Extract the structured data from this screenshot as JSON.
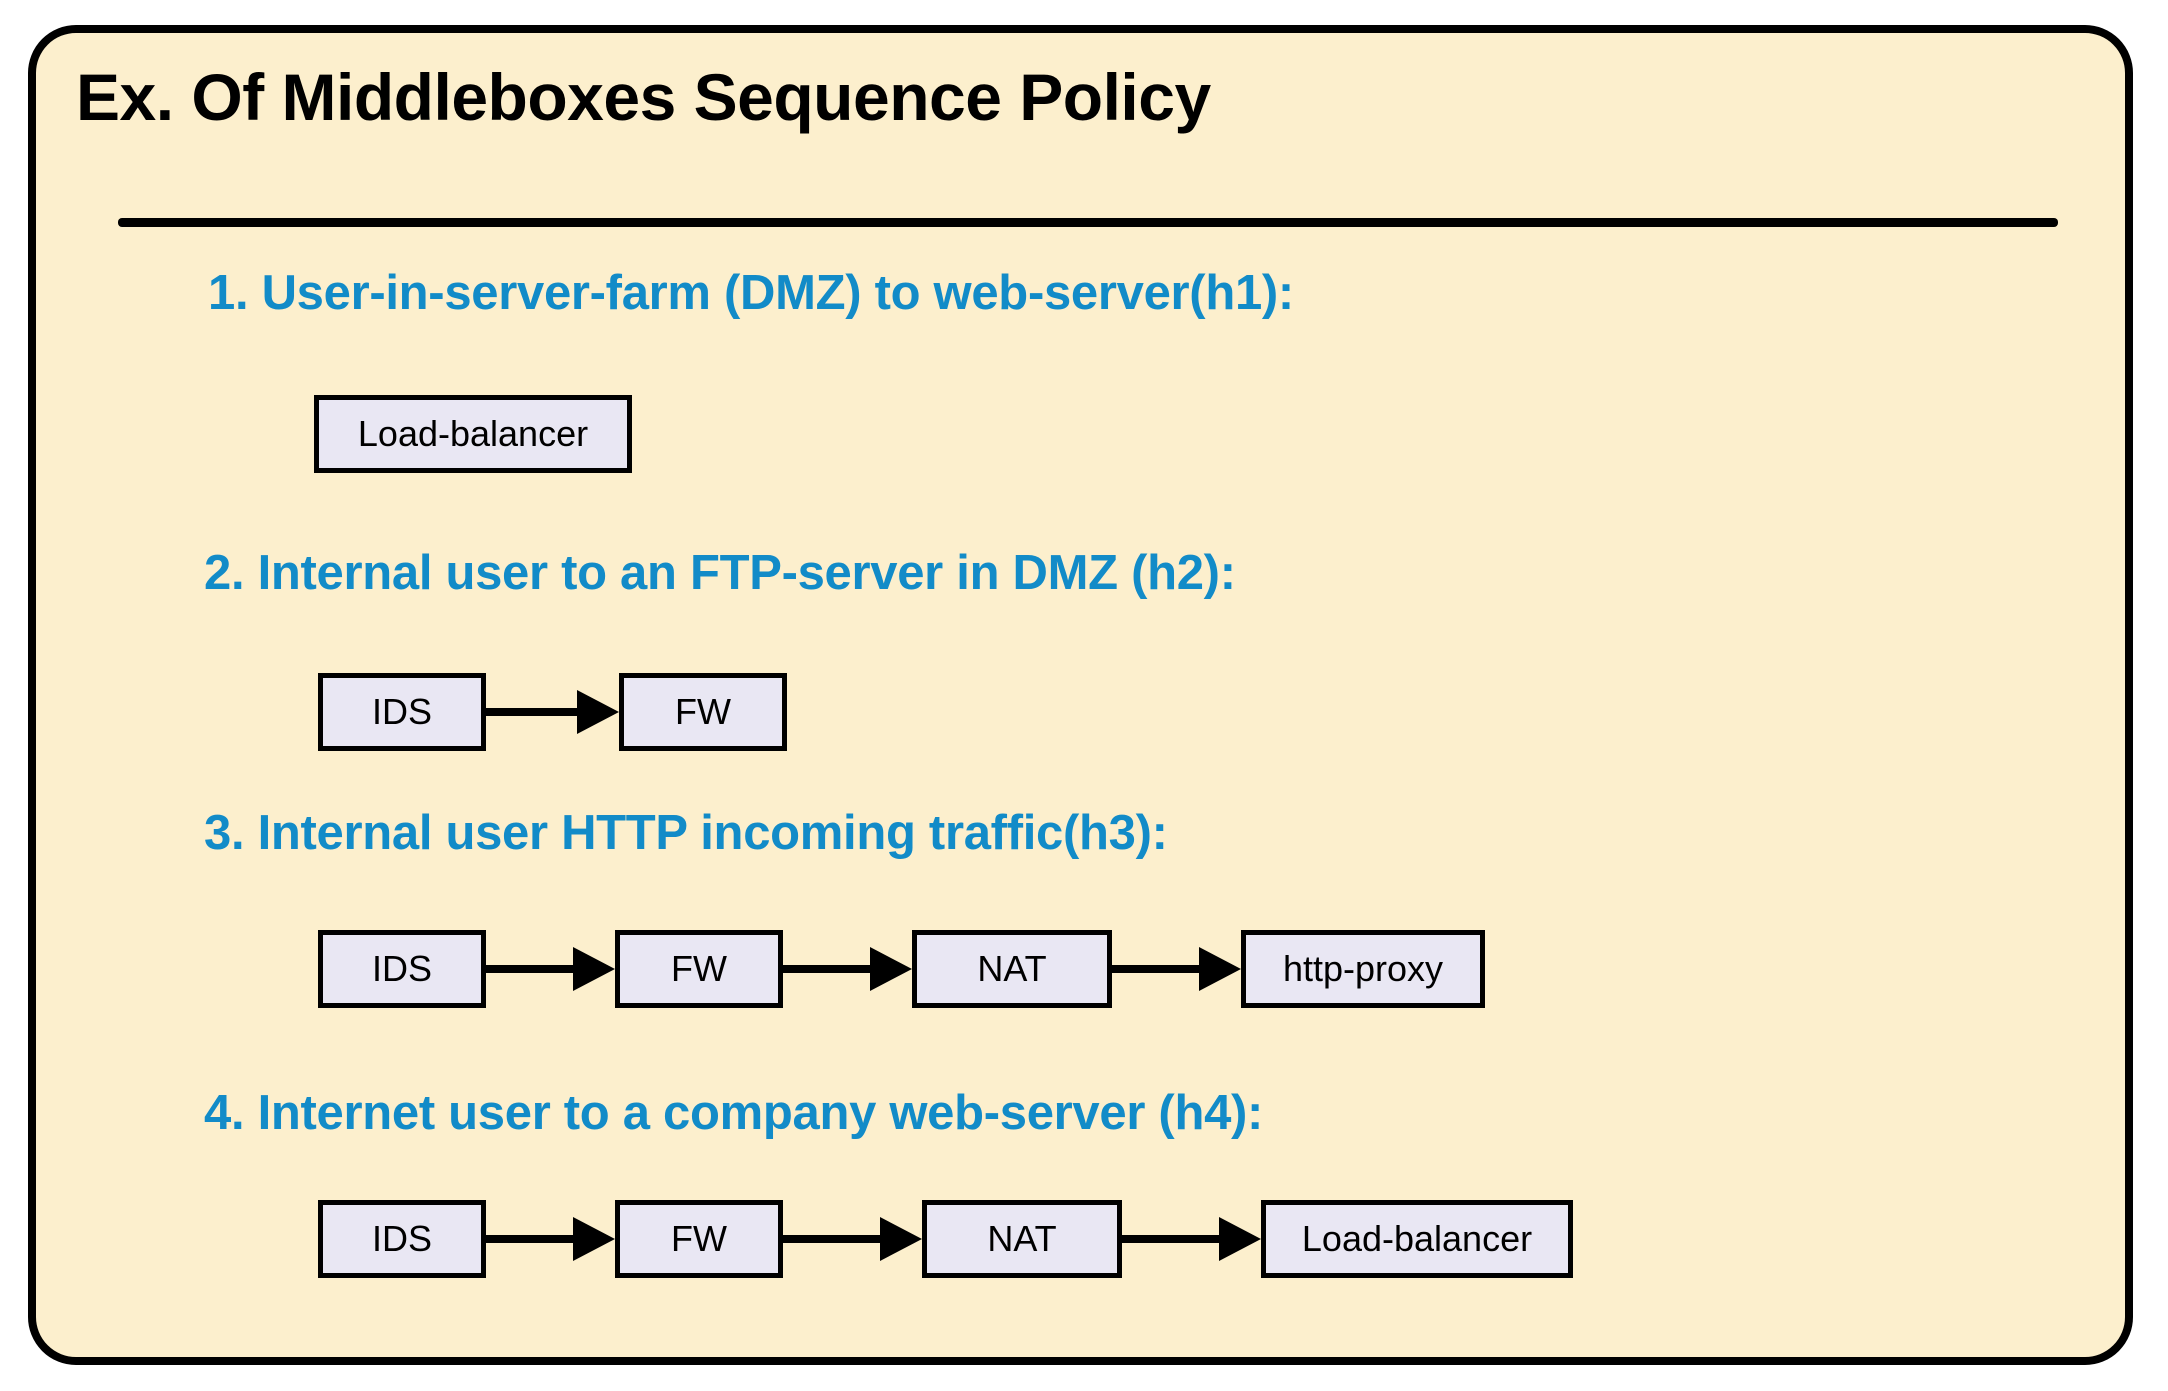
{
  "slide": {
    "title": "Ex. Of Middleboxes Sequence Policy",
    "background_color": "#fcefcd",
    "border_color": "#000000",
    "heading_color": "#128bc8",
    "box_fill_color": "#e9e7f3",
    "box_border_color": "#000000"
  },
  "sections": [
    {
      "heading": "1. User-in-server-farm (DMZ) to web-server(h1):",
      "chain": [
        "Load-balancer"
      ]
    },
    {
      "heading": "2. Internal user to an FTP-server in DMZ (h2):",
      "chain": [
        "IDS",
        "FW"
      ]
    },
    {
      "heading": "3. Internal user HTTP incoming traffic(h3):",
      "chain": [
        "IDS",
        "FW",
        "NAT",
        "http-proxy"
      ]
    },
    {
      "heading": "4. Internet user to a company web-server (h4):",
      "chain": [
        "IDS",
        "FW",
        "NAT",
        "Load-balancer"
      ]
    }
  ]
}
